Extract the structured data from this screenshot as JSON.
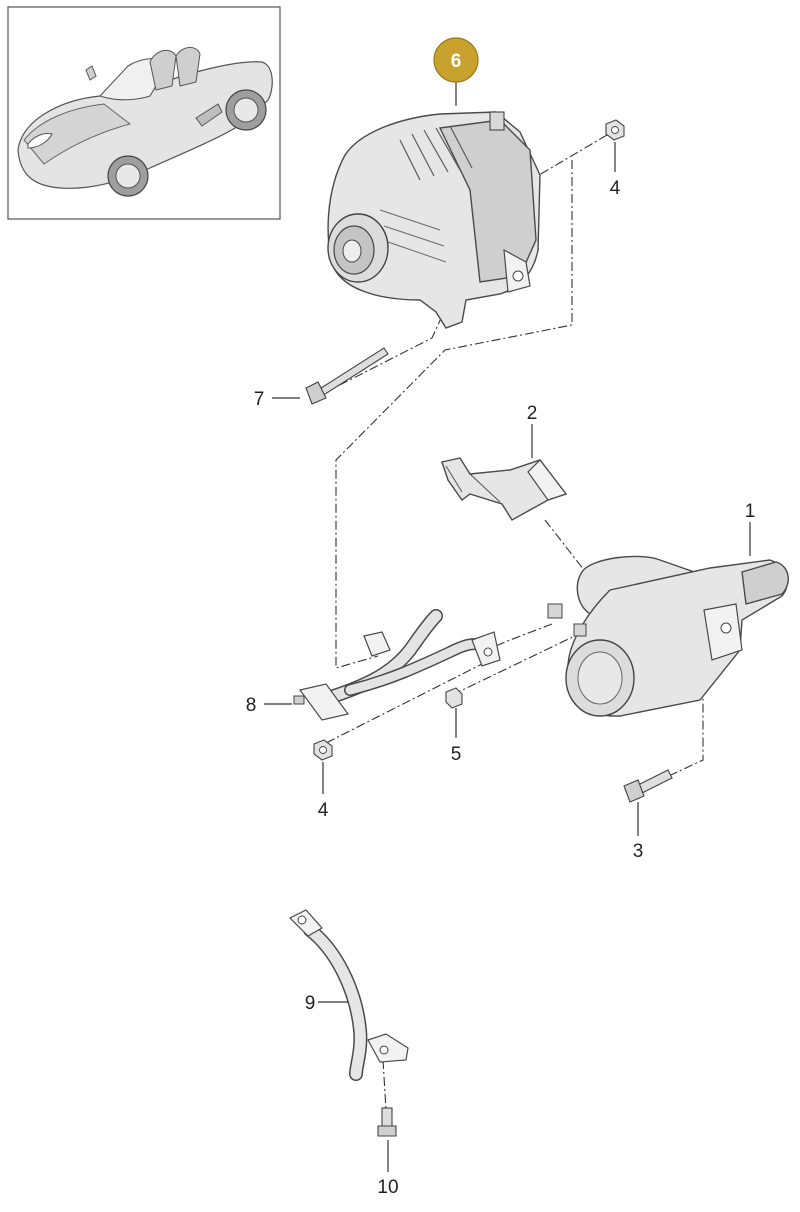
{
  "diagram": {
    "highlight_color": "#c8a22c",
    "badge_text_color": "#ffffff",
    "highlighted_callout": "6",
    "callouts": {
      "c1": "1",
      "c2": "2",
      "c3": "3",
      "c4a": "4",
      "c4b": "4",
      "c5": "5",
      "c6": "6",
      "c7": "7",
      "c8": "8",
      "c9": "9",
      "c10": "10"
    },
    "inset_icon": "car-convertible-icon"
  }
}
